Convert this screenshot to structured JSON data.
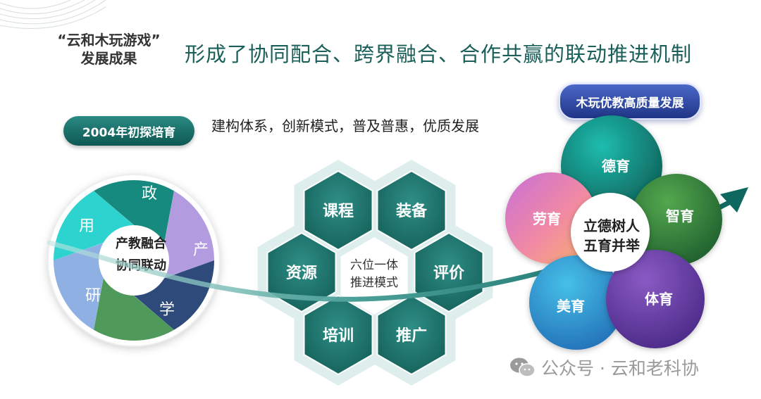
{
  "header": {
    "section_title_line1": "“云和木玩游戏”",
    "section_title_line2": "发展成果",
    "headline": "形成了协同配合、跨界融合、合作共赢的联动推进机制"
  },
  "left": {
    "pill": "2004年初探培育",
    "center_line1": "产教融合",
    "center_line2": "协同联动",
    "segments": [
      {
        "label": "政",
        "color": "#178a7f"
      },
      {
        "label": "产",
        "color": "#b39be0"
      },
      {
        "label": "学",
        "color": "#2d4a7a"
      },
      {
        "label": "研",
        "color": "#4f9a5a"
      },
      {
        "label": "用",
        "color": "#8fb0e3"
      },
      {
        "label": "",
        "color": "#2cd3cf"
      }
    ]
  },
  "middle": {
    "tagline": "建构体系，创新模式，普及普惠，优质发展",
    "center_line1": "六位一体",
    "center_line2": "推进模式",
    "hexes": [
      "课程",
      "装备",
      "资源",
      "评价",
      "培训",
      "推广"
    ]
  },
  "right": {
    "pill": "木玩优教高质量发展",
    "center_line1": "立德树人",
    "center_line2": "五育并举",
    "petals": [
      {
        "label": "德育",
        "color": "#138275"
      },
      {
        "label": "智育",
        "color": "#2c7a3c"
      },
      {
        "label": "体育",
        "color": "#6a3ea6"
      },
      {
        "label": "美育",
        "color": "#3ea9d6"
      },
      {
        "label": "劳育",
        "color": "#e47fb0"
      }
    ]
  },
  "watermark": {
    "text": "公众号 · 云和老科协",
    "icon": "wechat-icon"
  }
}
